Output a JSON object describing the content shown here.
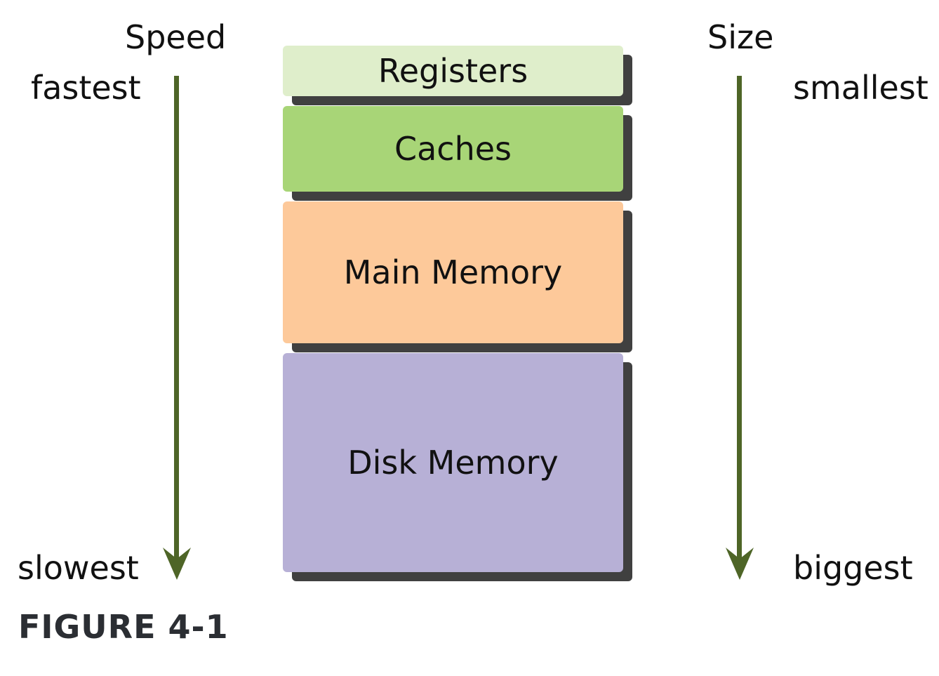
{
  "speed_axis": {
    "title": "Speed",
    "top_label": "fastest",
    "bottom_label": "slowest",
    "color": "#4e6527"
  },
  "size_axis": {
    "title": "Size",
    "top_label": "smallest",
    "bottom_label": "biggest",
    "color": "#4e6527"
  },
  "layers": [
    {
      "label": "Registers",
      "color": "#dfeecb"
    },
    {
      "label": "Caches",
      "color": "#a8d577"
    },
    {
      "label": "Main Memory",
      "color": "#fdc99a"
    },
    {
      "label": "Disk Memory",
      "color": "#b7b0d6"
    }
  ],
  "shadow_color": "#404040",
  "caption": "FIGURE 4-1"
}
